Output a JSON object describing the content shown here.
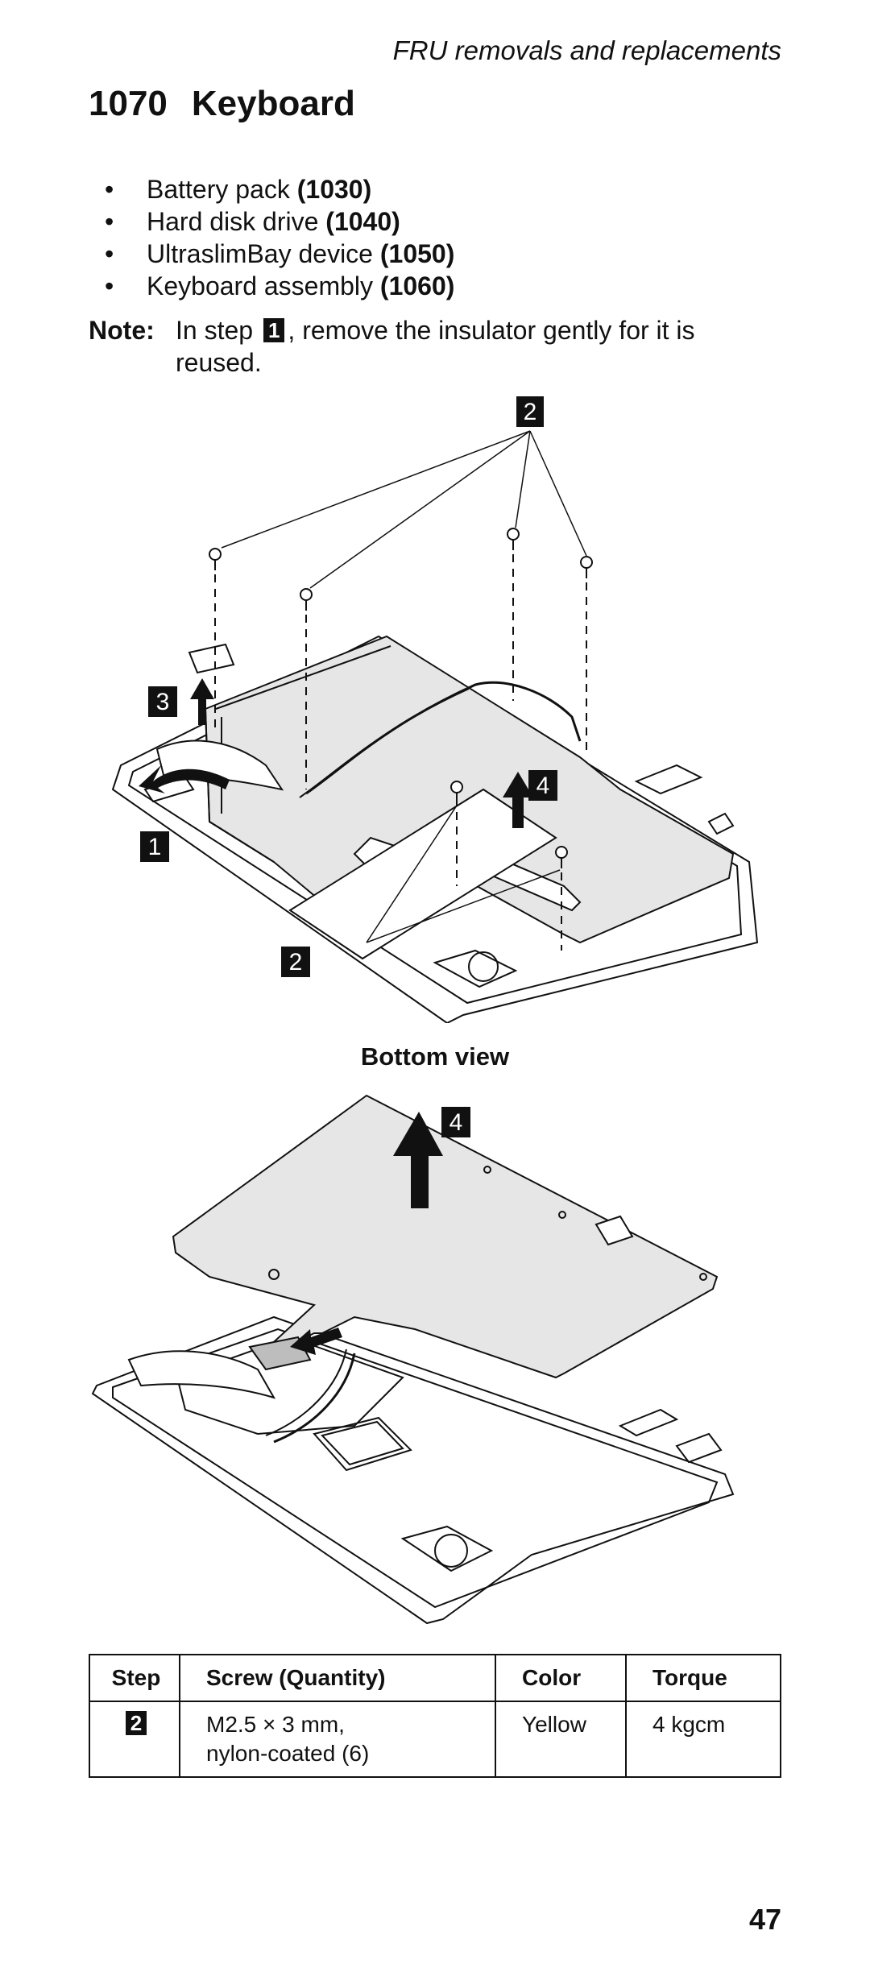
{
  "header": {
    "section_title": "FRU removals and replacements"
  },
  "title": {
    "number": "1070",
    "text": "Keyboard"
  },
  "prerequisites": [
    {
      "label": "Battery pack",
      "ref": "(1030)"
    },
    {
      "label": "Hard disk drive",
      "ref": "(1040)"
    },
    {
      "label": "UltraslimBay device",
      "ref": "(1050)"
    },
    {
      "label": "Keyboard assembly",
      "ref": "(1060)"
    }
  ],
  "note": {
    "label": "Note:",
    "before": "In step",
    "step": "1",
    "after": ", remove the insulator gently for it is reused."
  },
  "figure1": {
    "callouts": [
      "2",
      "3",
      "4",
      "1",
      "2"
    ]
  },
  "figure_caption": "Bottom view",
  "figure2": {
    "callouts": [
      "4"
    ]
  },
  "table": {
    "headers": [
      "Step",
      "Screw (Quantity)",
      "Color",
      "Torque"
    ],
    "rows": [
      {
        "step": "2",
        "screw_line1": "M2.5 × 3 mm,",
        "screw_line2": "nylon-coated (6)",
        "color": "Yellow",
        "torque": "4 kgcm"
      }
    ]
  },
  "page_number": "47"
}
